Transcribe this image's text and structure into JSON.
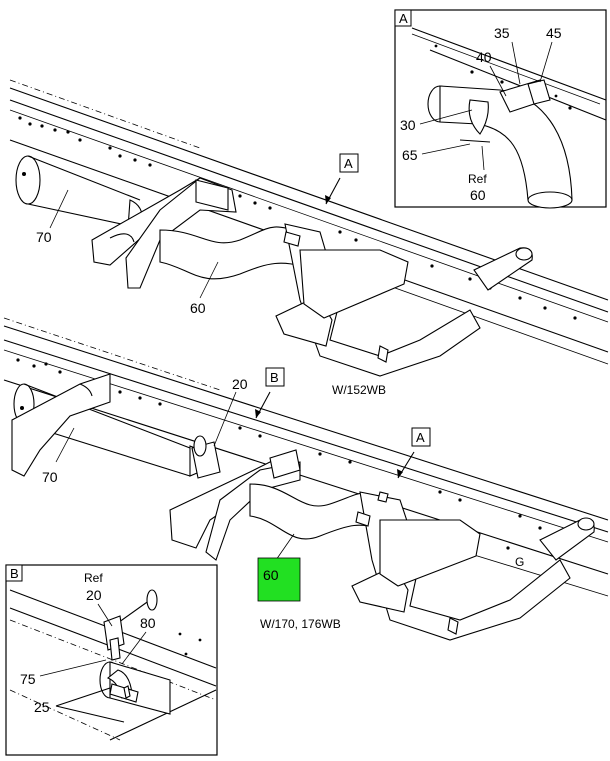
{
  "callouts": {
    "detail_a_letter": "A",
    "detail_b_letter": "B",
    "top_pointer_a": "A",
    "bottom_pointer_b": "B",
    "bottom_pointer_a": "A"
  },
  "detail_a": {
    "labels": [
      "35",
      "45",
      "40",
      "30",
      "65",
      "Ref",
      "60"
    ]
  },
  "detail_b": {
    "labels": [
      "Ref",
      "20",
      "80",
      "75",
      "25"
    ]
  },
  "top_view": {
    "label_70": "70",
    "label_60": "60",
    "caption": "W/152WB"
  },
  "bottom_view": {
    "label_20": "20",
    "label_70": "70",
    "caption": "W/170, 176WB",
    "highlight_label": "60",
    "highlight_color": "#22e022",
    "frame_letter": "G"
  }
}
